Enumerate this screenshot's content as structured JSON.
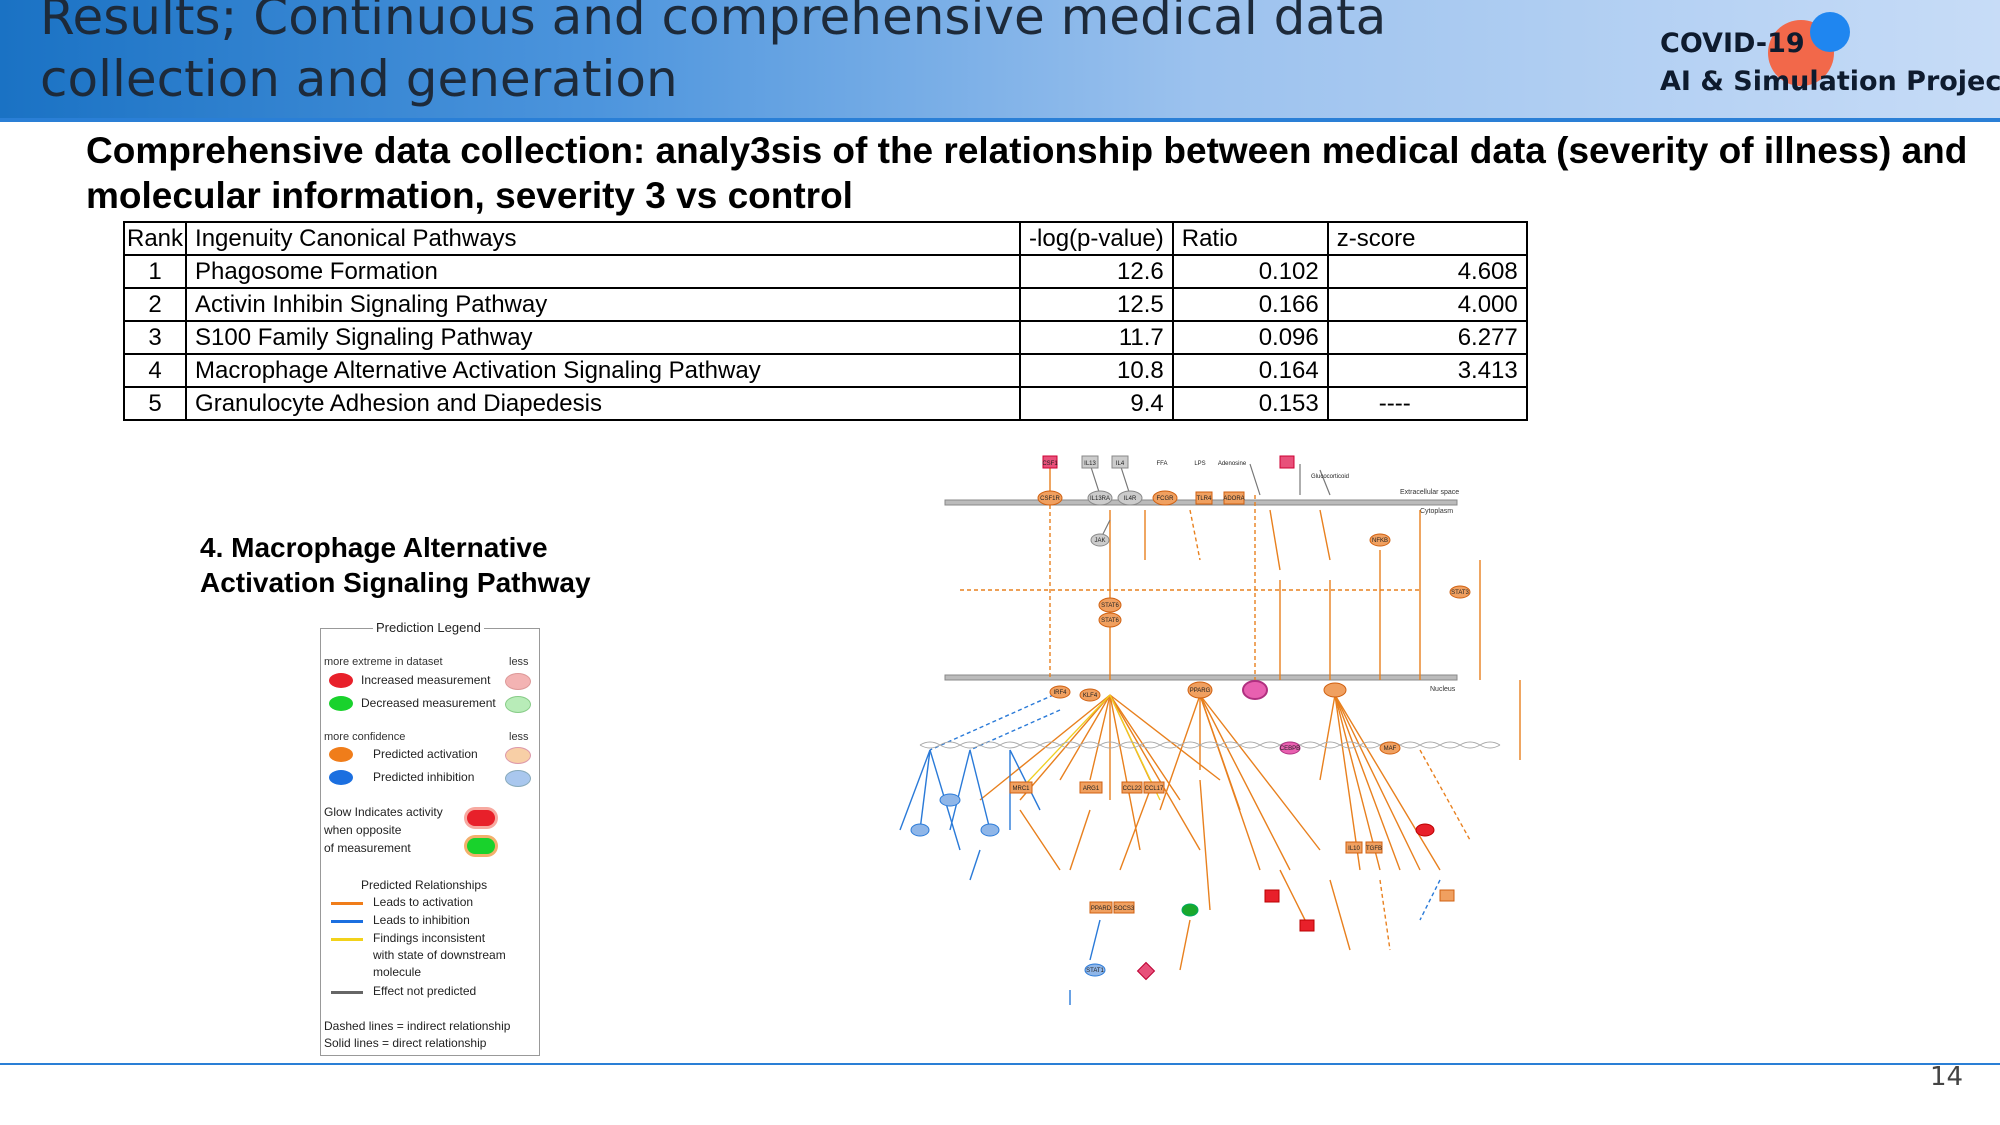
{
  "header": {
    "title": "Results; Continuous and comprehensive medical data collection and generation",
    "logo_line1": "COVID-19",
    "logo_line2": "AI & Simulation Project"
  },
  "subtitle": "Comprehensive data collection: analy3sis of the relationship between medical data (severity of illness) and molecular information, severity 3  vs  control",
  "table": {
    "headers": [
      "Rank",
      "Ingenuity Canonical Pathways",
      "-log(p-value)",
      "Ratio",
      "z-score"
    ],
    "rows": [
      [
        "1",
        "Phagosome Formation",
        "12.6",
        "0.102",
        "4.608"
      ],
      [
        "2",
        "Activin Inhibin Signaling Pathway",
        "12.5",
        "0.166",
        "4.000"
      ],
      [
        "3",
        "S100 Family Signaling Pathway",
        "11.7",
        "0.096",
        "6.277"
      ],
      [
        "4",
        "Macrophage Alternative Activation Signaling Pathway",
        "10.8",
        "0.164",
        "3.413"
      ],
      [
        "5",
        "Granulocyte Adhesion and Diapedesis",
        "9.4",
        "0.153",
        "----"
      ]
    ]
  },
  "pathway_title_line1": "4. Macrophage Alternative",
  "pathway_title_line2": "Activation Signaling Pathway",
  "legend": {
    "title": "Prediction Legend",
    "extreme_label": "more extreme in dataset",
    "less_label": "less",
    "increased": "Increased measurement",
    "decreased": "Decreased measurement",
    "confidence_label": "more confidence",
    "predicted_activation": "Predicted activation",
    "predicted_inhibition": "Predicted inhibition",
    "glow_line1": "Glow Indicates activity",
    "glow_line2": "when opposite",
    "glow_line3": "of measurement",
    "relationships_title": "Predicted Relationships",
    "rel_activation": "Leads to activation",
    "rel_inhibition": "Leads to inhibition",
    "rel_inconsistent_1": "Findings inconsistent",
    "rel_inconsistent_2": "with state of downstream",
    "rel_inconsistent_3": "molecule",
    "rel_not_predicted": "Effect not predicted",
    "dashed_note": "Dashed lines = indirect relationship",
    "solid_note": "Solid lines = direct relationship",
    "colors": {
      "increased": "#e8202a",
      "increased_less": "#f3b3b3",
      "decreased": "#19d22c",
      "decreased_less": "#b8ecb8",
      "activation": "#f07d1a",
      "activation_less": "#f8cfa6",
      "inhibition": "#1b6fe0",
      "inhibition_less": "#a9c7ee",
      "line_activation": "#f07d1a",
      "line_inhibition": "#1b6fe0",
      "line_inconsistent": "#f2d21a",
      "line_not_predicted": "#666666"
    }
  },
  "network": {
    "labels": {
      "extracellular": "Extracellular space",
      "cytoplasm": "Cytoplasm",
      "nucleus": "Nucleus"
    },
    "nodes": [
      "CSF1",
      "IL13",
      "IL4",
      "FFA",
      "LPS",
      "Adenosine",
      "Glucocorticoid",
      "CSF1R",
      "IL13RA",
      "IL4R",
      "FCGR",
      "TLR4",
      "ADORA",
      "JAK",
      "STAT6",
      "STAT6",
      "PPARG",
      "KLF4",
      "IRF4",
      "MRC1",
      "ARG1",
      "CCL22",
      "CCL17",
      "IL10",
      "TGFB",
      "MAF",
      "NFKB",
      "PPARD",
      "SOCS3",
      "CEBPB",
      "STAT3",
      "STAT1"
    ]
  },
  "page_number": "14"
}
